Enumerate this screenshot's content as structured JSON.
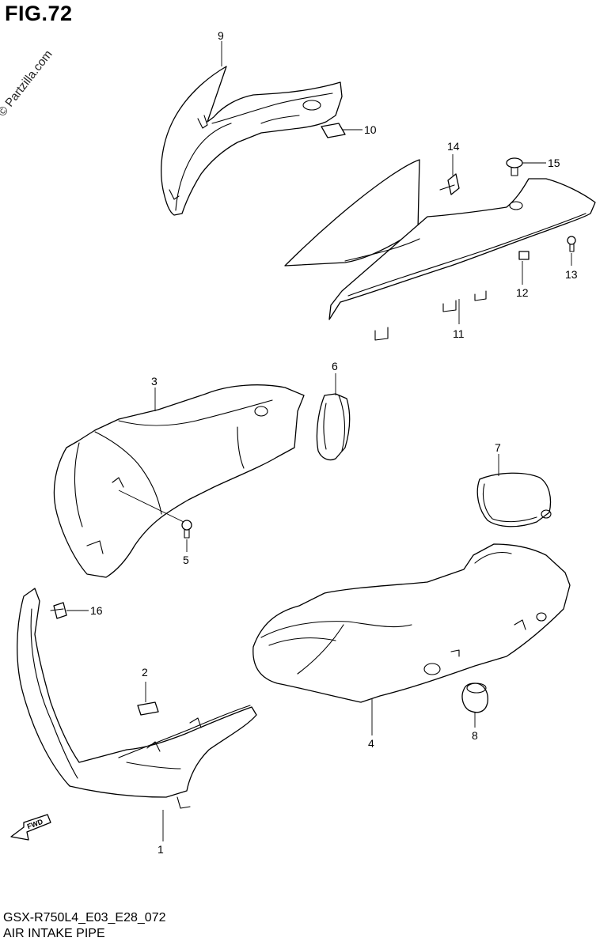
{
  "header": {
    "figure_label": "FIG.72",
    "watermark": "© Partzilla.com"
  },
  "footer": {
    "model_code": "GSX-R750L4_E03_E28_072",
    "section_name": "AIR INTAKE PIPE"
  },
  "fwd_icon_label": "FWD",
  "callouts": [
    {
      "number": "1"
    },
    {
      "number": "2"
    },
    {
      "number": "3"
    },
    {
      "number": "4"
    },
    {
      "number": "5"
    },
    {
      "number": "6"
    },
    {
      "number": "7"
    },
    {
      "number": "8"
    },
    {
      "number": "9"
    },
    {
      "number": "10"
    },
    {
      "number": "11"
    },
    {
      "number": "12"
    },
    {
      "number": "13"
    },
    {
      "number": "14"
    },
    {
      "number": "15"
    },
    {
      "number": "16"
    }
  ]
}
